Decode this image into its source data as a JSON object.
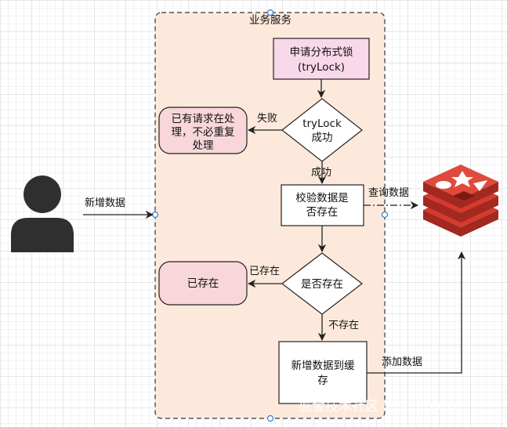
{
  "container": {
    "title": "业务服务"
  },
  "nodes": {
    "trylock": {
      "lines": [
        "申请分布式锁",
        "(tryLock)"
      ]
    },
    "decision1": {
      "lines": [
        "tryLock",
        "成功"
      ]
    },
    "processing": {
      "lines": [
        "已有请求在处",
        "理，不必重复",
        "处理"
      ]
    },
    "validate": {
      "lines": [
        "校验数据是",
        "否存在"
      ]
    },
    "decision2": {
      "lines": [
        "是否存在"
      ]
    },
    "exists": {
      "lines": [
        "已存在"
      ]
    },
    "add_cache": {
      "lines": [
        "新增数据到缓",
        "存"
      ]
    }
  },
  "edges": {
    "user_to_service": "新增数据",
    "fail": "失败",
    "success": "成功",
    "query": "查询数据",
    "exists_label": "已存在",
    "not_exists": "不存在",
    "add_data": "添加数据"
  },
  "icons": {
    "user": "user-icon",
    "redis": "redis-icon"
  },
  "colors": {
    "container_fill": "#fde9db",
    "lock_fill": "#f9d8ea",
    "processing_fill": "#f8d6da",
    "redis_red": "#d63a2e",
    "anchor_stroke": "#3a7bd5"
  },
  "watermark": "掘金技术社区 @ kantouzu"
}
